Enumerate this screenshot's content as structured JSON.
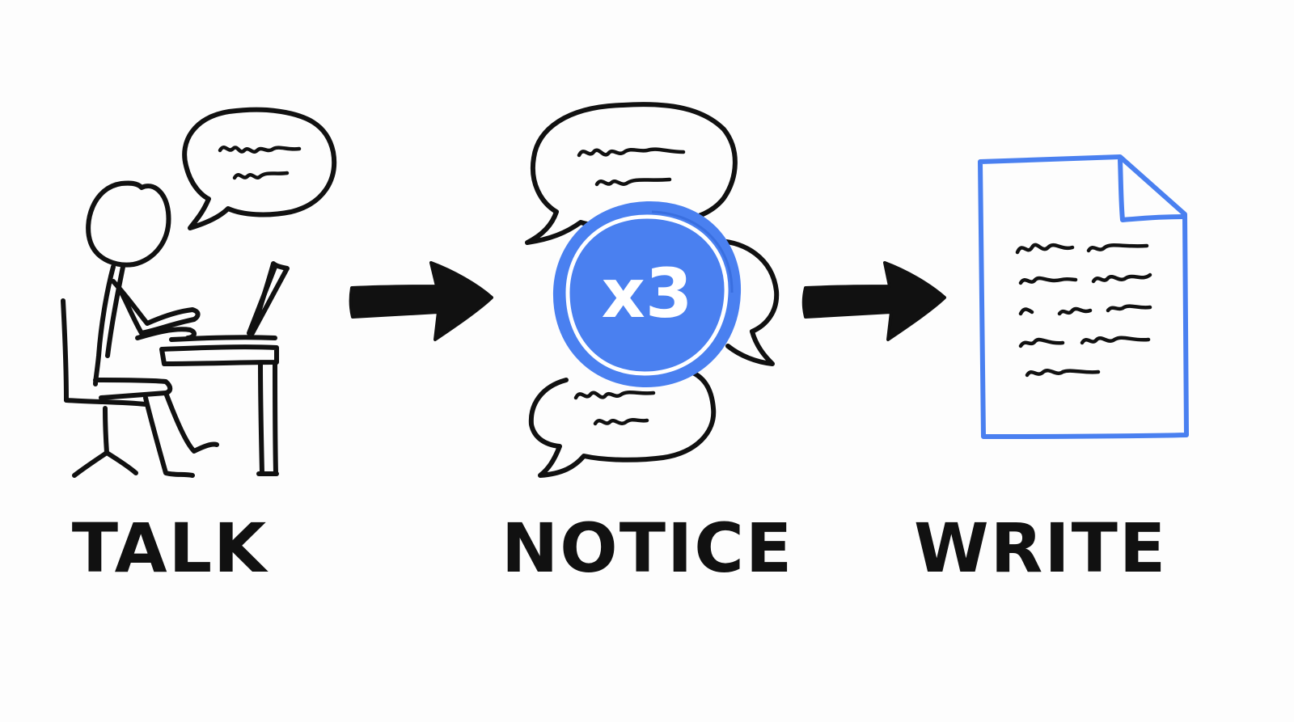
{
  "steps": [
    {
      "label": "TALK"
    },
    {
      "label": "NOTICE"
    },
    {
      "label": "WRITE"
    }
  ],
  "badge": {
    "text": "x3"
  },
  "icons": {
    "step1": "person-at-laptop-icon",
    "step2": "stacked-speech-bubbles-icon",
    "step3": "document-icon",
    "connector": "arrow-right-icon"
  },
  "colors": {
    "ink": "#111111",
    "accent_blue": "#4a80f0",
    "badge_text": "#ffffff",
    "background": "#fdfdfd"
  }
}
